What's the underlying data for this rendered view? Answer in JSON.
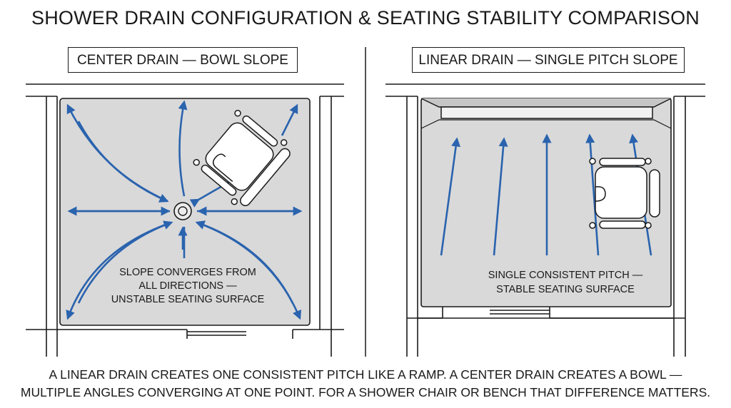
{
  "title": "SHOWER DRAIN CONFIGURATION & SEATING STABILITY COMPARISON",
  "panels": {
    "left": {
      "label": "CENTER DRAIN — BOWL SLOPE",
      "note": [
        "SLOPE CONVERGES FROM",
        "ALL DIRECTIONS —",
        "UNSTABLE SEATING SURFACE"
      ]
    },
    "right": {
      "label": "LINEAR DRAIN — SINGLE PITCH SLOPE",
      "note": [
        "SINGLE CONSISTENT PITCH —",
        "STABLE SEATING SURFACE"
      ]
    }
  },
  "caption": [
    "A LINEAR DRAIN CREATES ONE CONSISTENT PITCH LIKE A RAMP. A CENTER DRAIN CREATES A BOWL —",
    "MULTIPLE ANGLES CONVERGING AT ONE POINT. FOR A SHOWER CHAIR OR BENCH THAT DIFFERENCE MATTERS."
  ],
  "colors": {
    "arrow": "#2a63ae",
    "floor": "#d9d9d9",
    "line": "#1a1a1a"
  }
}
